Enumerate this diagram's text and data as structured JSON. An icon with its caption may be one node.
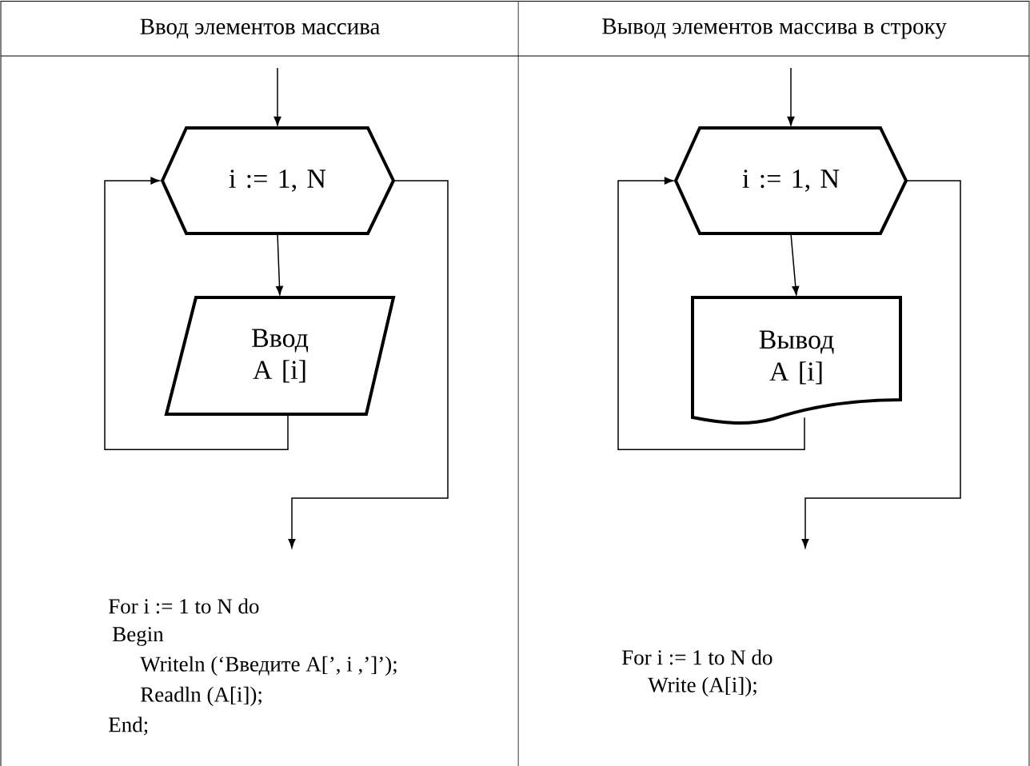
{
  "diagram": {
    "nodes": [
      {
        "text": [
          "i := 1, N"
        ]
      },
      {
        "text": [
          "Ввод A [i]"
        ]
      },
      {
        "text": [
          "i := 1, N"
        ]
      },
      {
        "text": [
          "Вывод A [i]"
        ]
      }
    ],
    "edges": [
      {
        "from": null,
        "to": 0,
        "arrow": "to"
      },
      {
        "from": 0,
        "to": 1,
        "arrow": "to"
      },
      {
        "from": 1,
        "to": 0,
        "arrow": "to"
      },
      {
        "from": 0,
        "to": null,
        "arrow": "to"
      },
      {
        "from": null,
        "to": 2,
        "arrow": "to"
      },
      {
        "from": 2,
        "to": 3,
        "arrow": "to"
      },
      {
        "from": 3,
        "to": 2,
        "arrow": "to"
      },
      {
        "from": 2,
        "to": null,
        "arrow": "to"
      }
    ],
    "labels": [
      "Ввод элементов массива",
      "Вывод элементов массива в строку",
      "For i := 1 to N do",
      "Begin",
      "Writeln (‘Введите A[’, i ,’]’);",
      "Readln (A[i]);",
      "End;",
      "For i := 1 to N do",
      "Write (A[i]);"
    ]
  }
}
